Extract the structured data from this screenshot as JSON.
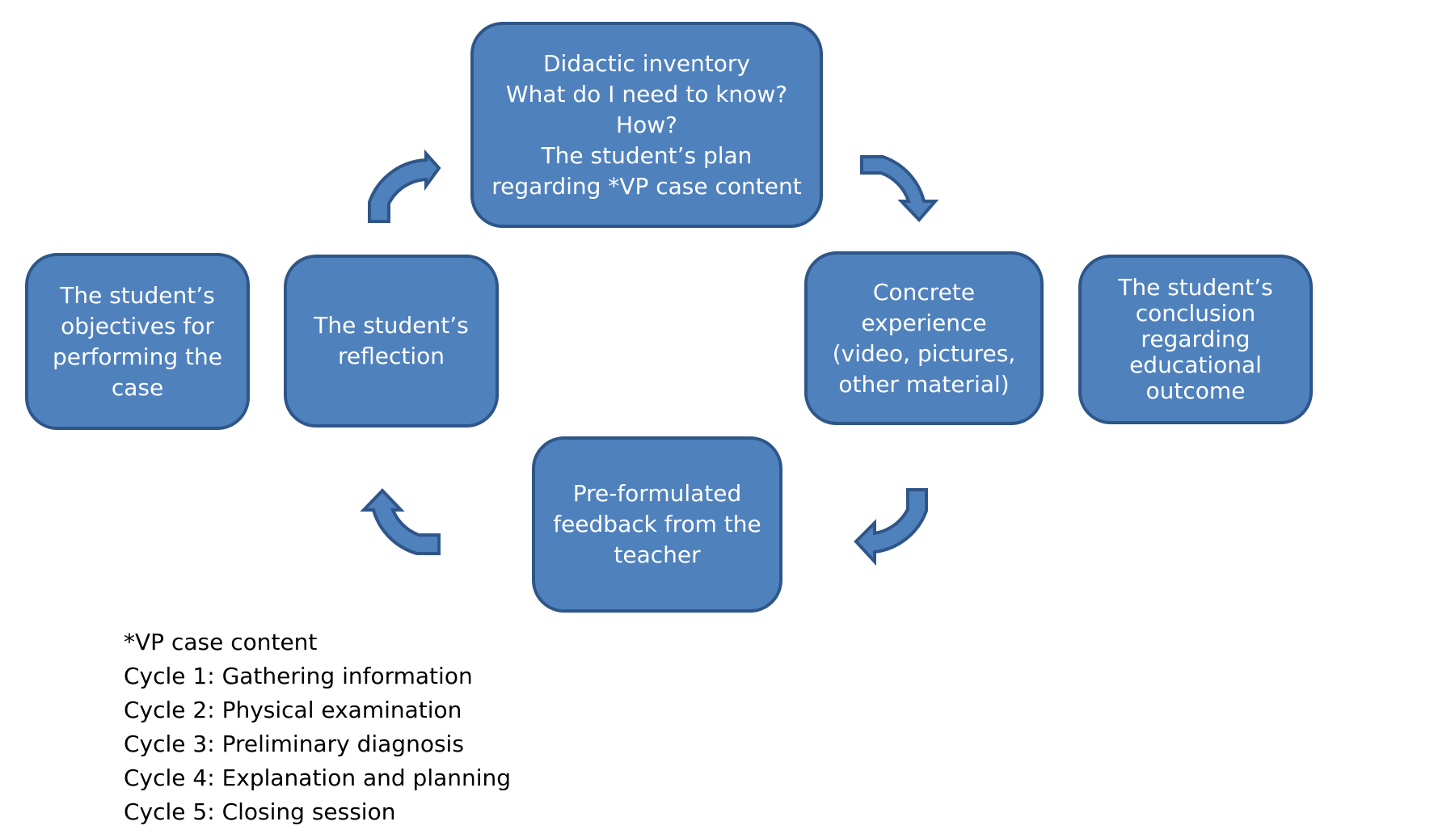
{
  "nodes": {
    "inventory": {
      "lines": [
        "Didactic inventory",
        "What do I need to know?",
        "How?",
        "The student’s plan",
        "regarding *VP case content"
      ]
    },
    "objectives": {
      "lines": [
        "The student’s",
        "objectives  for",
        "performing the",
        "case"
      ]
    },
    "reflection": {
      "lines": [
        "The student’s",
        "reflection"
      ]
    },
    "concrete": {
      "lines": [
        "Concrete",
        "experience",
        "(video, pictures,",
        "other material)"
      ]
    },
    "conclusion": {
      "lines": [
        "The student’s",
        "conclusion",
        "regarding",
        "educational",
        "outcome"
      ]
    },
    "feedback": {
      "lines": [
        "Pre-formulated",
        "feedback from the",
        "teacher"
      ]
    }
  },
  "edges": [
    {
      "from": "reflection",
      "to": "inventory"
    },
    {
      "from": "inventory",
      "to": "concrete"
    },
    {
      "from": "concrete",
      "to": "feedback"
    },
    {
      "from": "feedback",
      "to": "reflection"
    }
  ],
  "footnote": {
    "lines": [
      "*VP case content",
      "Cycle 1: Gathering information",
      "Cycle 2: Physical examination",
      "Cycle 3: Preliminary diagnosis",
      "Cycle 4: Explanation and planning",
      "Cycle 5: Closing session"
    ]
  },
  "colors": {
    "box_fill": "#4f81bd",
    "box_border": "#2f5688",
    "box_text": "#ffffff",
    "footnote_text": "#000000"
  }
}
